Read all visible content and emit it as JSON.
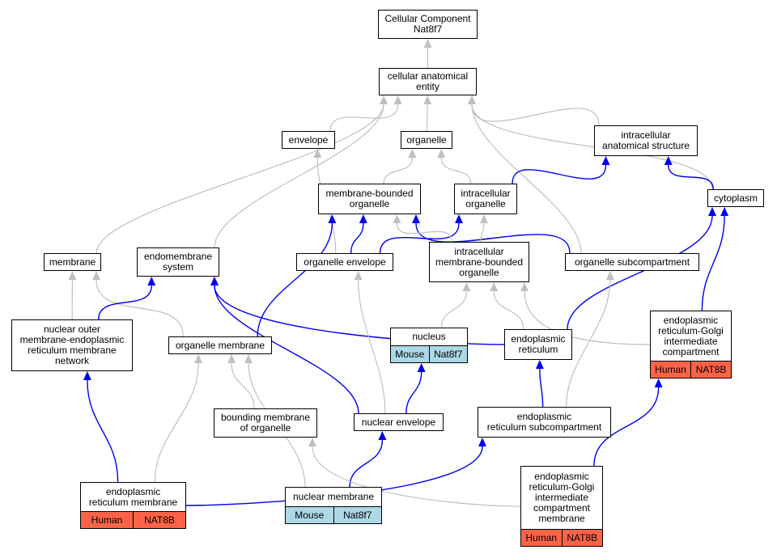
{
  "colors": {
    "gray_edge": "#c0c0c0",
    "blue_edge": "#0000ee",
    "human": "#ff6347",
    "mouse": "#add8e6"
  },
  "nodes": [
    {
      "id": "cc",
      "label": "Cellular Component\nNat8f7"
    },
    {
      "id": "cae",
      "label": "cellular anatomical\nentity"
    },
    {
      "id": "env",
      "label": "envelope"
    },
    {
      "id": "org",
      "label": "organelle"
    },
    {
      "id": "ias",
      "label": "intracellular\nanatomical structure"
    },
    {
      "id": "mbo",
      "label": "membrane-bounded\norganelle"
    },
    {
      "id": "io",
      "label": "intracellular\norganelle"
    },
    {
      "id": "cyto",
      "label": "cytoplasm"
    },
    {
      "id": "mem",
      "label": "membrane"
    },
    {
      "id": "ems",
      "label": "endomembrane\nsystem"
    },
    {
      "id": "oenv",
      "label": "organelle envelope"
    },
    {
      "id": "imbo",
      "label": "intracellular\nmembrane-bounded\norganelle"
    },
    {
      "id": "osub",
      "label": "organelle subcompartment"
    },
    {
      "id": "nom",
      "label": "nuclear outer\nmembrane-endoplasmic\nreticulum membrane\nnetwork"
    },
    {
      "id": "omem",
      "label": "organelle membrane"
    },
    {
      "id": "nuc",
      "label": "nucleus",
      "tags": [
        {
          "text": "Mouse",
          "kind": "mouse"
        },
        {
          "text": "Nat8f7",
          "kind": "mouse"
        }
      ]
    },
    {
      "id": "er",
      "label": "endoplasmic\nreticulum"
    },
    {
      "id": "ergic",
      "label": "endoplasmic\nreticulum-Golgi\nintermediate\ncompartment",
      "tags": [
        {
          "text": "Human",
          "kind": "human"
        },
        {
          "text": "NAT8B",
          "kind": "human"
        }
      ]
    },
    {
      "id": "bmo",
      "label": "bounding membrane\nof organelle"
    },
    {
      "id": "nenv",
      "label": "nuclear envelope"
    },
    {
      "id": "ersub",
      "label": "endoplasmic\nreticulum subcompartment"
    },
    {
      "id": "erm",
      "label": "endoplasmic\nreticulum membrane",
      "tags": [
        {
          "text": "Human",
          "kind": "human"
        },
        {
          "text": "NAT8B",
          "kind": "human"
        }
      ]
    },
    {
      "id": "nmem",
      "label": "nuclear membrane",
      "tags": [
        {
          "text": "Mouse",
          "kind": "mouse"
        },
        {
          "text": "Nat8f7",
          "kind": "mouse"
        }
      ]
    },
    {
      "id": "ergicm",
      "label": "endoplasmic\nreticulum-Golgi\nintermediate\ncompartment\nmembrane",
      "tags": [
        {
          "text": "Human",
          "kind": "human"
        },
        {
          "text": "NAT8B",
          "kind": "human"
        }
      ]
    }
  ],
  "edges": [
    {
      "from": "cae",
      "to": "cc",
      "kind": "gray"
    },
    {
      "from": "env",
      "to": "cae",
      "kind": "gray"
    },
    {
      "from": "org",
      "to": "cae",
      "kind": "gray"
    },
    {
      "from": "ias",
      "to": "cae",
      "kind": "gray"
    },
    {
      "from": "cyto",
      "to": "cae",
      "kind": "gray"
    },
    {
      "from": "mem",
      "to": "cae",
      "kind": "gray"
    },
    {
      "from": "ems",
      "to": "cae",
      "kind": "gray"
    },
    {
      "from": "osub",
      "to": "cae",
      "kind": "gray"
    },
    {
      "from": "mbo",
      "to": "org",
      "kind": "gray"
    },
    {
      "from": "io",
      "to": "org",
      "kind": "gray"
    },
    {
      "from": "io",
      "to": "ias",
      "kind": "blue"
    },
    {
      "from": "cyto",
      "to": "ias",
      "kind": "blue"
    },
    {
      "from": "oenv",
      "to": "env",
      "kind": "gray"
    },
    {
      "from": "oenv",
      "to": "mbo",
      "kind": "blue"
    },
    {
      "from": "oenv",
      "to": "io",
      "kind": "blue"
    },
    {
      "from": "osub",
      "to": "mbo",
      "kind": "blue"
    },
    {
      "from": "imbo",
      "to": "mbo",
      "kind": "gray"
    },
    {
      "from": "imbo",
      "to": "io",
      "kind": "gray"
    },
    {
      "from": "omem",
      "to": "mbo",
      "kind": "blue"
    },
    {
      "from": "omem",
      "to": "mem",
      "kind": "gray"
    },
    {
      "from": "nom",
      "to": "mem",
      "kind": "gray"
    },
    {
      "from": "nom",
      "to": "ems",
      "kind": "blue"
    },
    {
      "from": "er",
      "to": "ems",
      "kind": "blue"
    },
    {
      "from": "nenv",
      "to": "ems",
      "kind": "blue"
    },
    {
      "from": "er",
      "to": "cyto",
      "kind": "blue"
    },
    {
      "from": "ergic",
      "to": "cyto",
      "kind": "blue"
    },
    {
      "from": "er",
      "to": "imbo",
      "kind": "gray"
    },
    {
      "from": "ergic",
      "to": "imbo",
      "kind": "gray"
    },
    {
      "from": "nuc",
      "to": "imbo",
      "kind": "gray"
    },
    {
      "from": "nenv",
      "to": "oenv",
      "kind": "gray"
    },
    {
      "from": "nenv",
      "to": "nuc",
      "kind": "blue"
    },
    {
      "from": "ersub",
      "to": "er",
      "kind": "blue"
    },
    {
      "from": "ersub",
      "to": "osub",
      "kind": "gray"
    },
    {
      "from": "bmo",
      "to": "omem",
      "kind": "gray"
    },
    {
      "from": "erm",
      "to": "omem",
      "kind": "gray"
    },
    {
      "from": "nmem",
      "to": "omem",
      "kind": "gray"
    },
    {
      "from": "erm",
      "to": "nom",
      "kind": "blue"
    },
    {
      "from": "erm",
      "to": "ersub",
      "kind": "blue"
    },
    {
      "from": "nmem",
      "to": "nenv",
      "kind": "blue"
    },
    {
      "from": "ergicm",
      "to": "bmo",
      "kind": "gray"
    },
    {
      "from": "ergicm",
      "to": "ergic",
      "kind": "blue"
    }
  ]
}
